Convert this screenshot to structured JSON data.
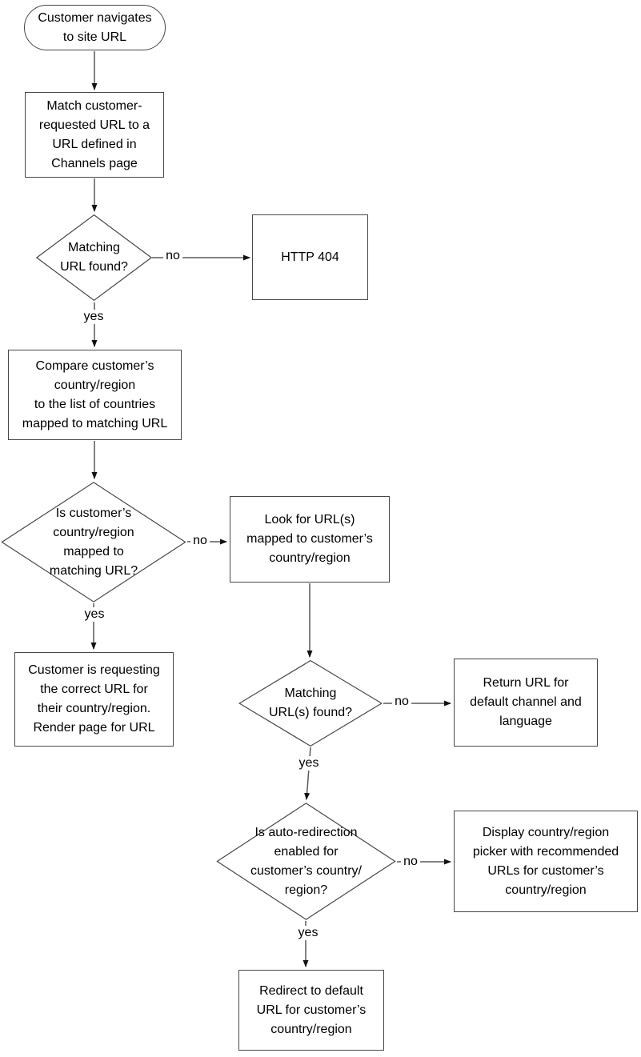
{
  "diagram": {
    "type": "flowchart",
    "labels": {
      "yes": "yes",
      "no": "no"
    },
    "colors": {
      "shape_fill": "#ffffff",
      "shape_stroke": "#474747",
      "connector": "#595959",
      "arrowhead": "#111111",
      "text": "#000000"
    },
    "nodes": {
      "start": {
        "shape": "terminator",
        "text": "Customer navigates\nto site URL"
      },
      "match_url": {
        "shape": "process",
        "text": "Match customer-\nrequested URL to a\nURL defined in\nChannels page"
      },
      "url_found": {
        "shape": "decision",
        "text": "Matching\nURL found?"
      },
      "http_404": {
        "shape": "process",
        "text": "HTTP 404"
      },
      "compare_country": {
        "shape": "process",
        "text": "Compare customer’s\ncountry/region\nto the list of countries\nmapped to matching URL"
      },
      "country_mapped": {
        "shape": "decision",
        "text": "Is customer’s\ncountry/region\nmapped to\nmatching URL?"
      },
      "look_for_urls": {
        "shape": "process",
        "text": "Look for URL(s)\nmapped to customer’s\ncountry/region"
      },
      "render_page": {
        "shape": "process",
        "text": "Customer is requesting\nthe correct URL for\ntheir country/region.\nRender page for URL"
      },
      "urls_found": {
        "shape": "decision",
        "text": "Matching\nURL(s) found?"
      },
      "return_default": {
        "shape": "process",
        "text": "Return URL for\ndefault channel and\nlanguage"
      },
      "auto_redirect_enabled": {
        "shape": "decision",
        "text": "Is auto-redirection\nenabled for\ncustomer’s country/\nregion?"
      },
      "display_picker": {
        "shape": "process",
        "text": "Display country/region\npicker with recommended\nURLs for customer’s\ncountry/region"
      },
      "redirect_default": {
        "shape": "process",
        "text": "Redirect to default\nURL for customer’s\ncountry/region"
      }
    }
  }
}
